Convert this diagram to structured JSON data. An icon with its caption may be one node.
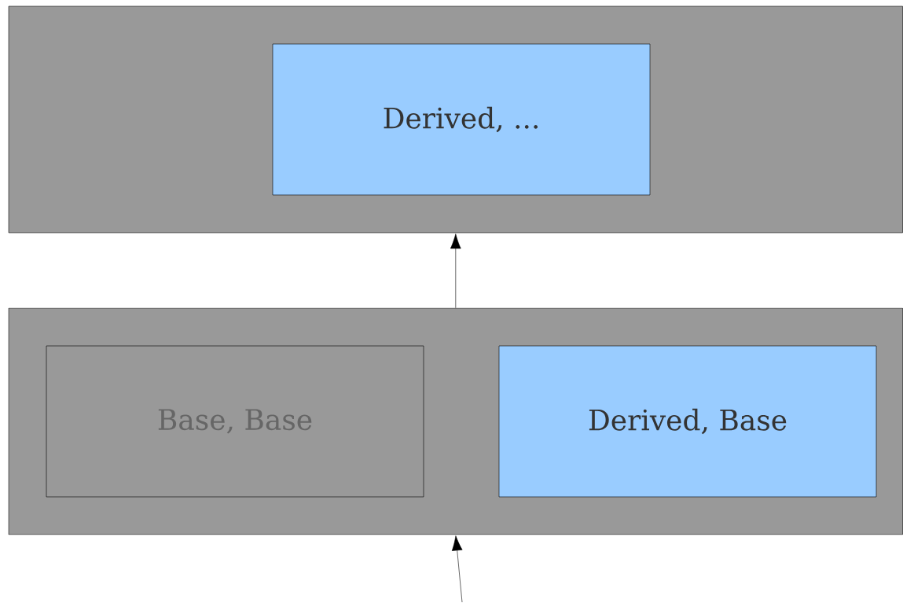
{
  "diagram": {
    "nodes": [
      {
        "text": [],
        "shape": "box"
      },
      {
        "text": [
          "Derived, ..."
        ],
        "in": 0
      },
      {
        "text": [],
        "shape": "box"
      },
      {
        "text": [
          "Base, Base"
        ],
        "in": 2
      },
      {
        "text": [
          "Derived, Base"
        ],
        "in": 2
      }
    ],
    "edges": [
      {
        "from": 2,
        "to": 0,
        "arrow": "to"
      },
      {
        "from": null,
        "to": 2,
        "arrow": "to"
      }
    ]
  }
}
